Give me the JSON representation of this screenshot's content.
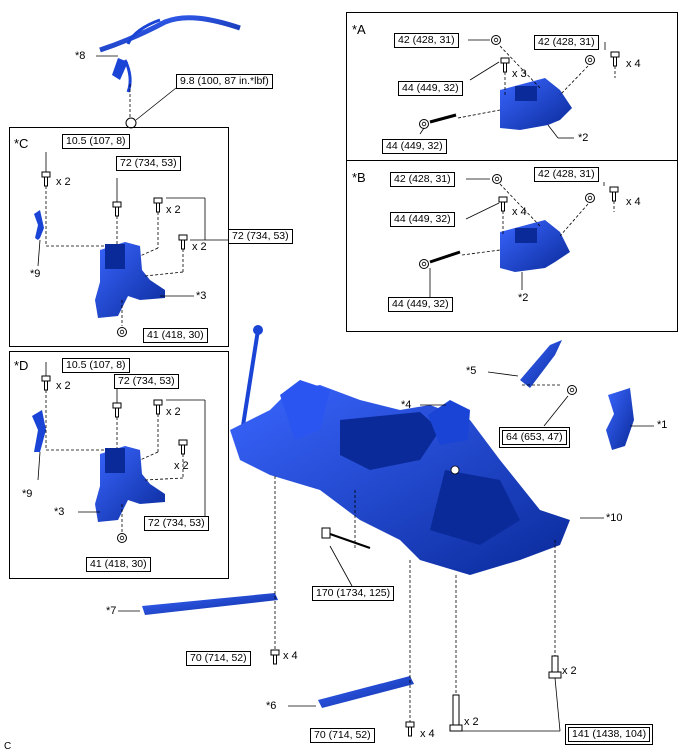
{
  "figure_code": "C",
  "sections": [
    "*A",
    "*B",
    "*C",
    "*D"
  ],
  "parts": {
    "p1": "*1",
    "p2a": "*2",
    "p2b": "*2",
    "p3c": "*3",
    "p3d": "*3",
    "p4": "*4",
    "p5": "*5",
    "p6": "*6",
    "p7": "*7",
    "p8": "*8",
    "p9c": "*9",
    "p9d": "*9",
    "p10": "*10"
  },
  "torques": {
    "t_p8": "9.8 (100, 87 in.*lbf)",
    "a_nut_l": "42 (428, 31)",
    "a_nut_r": "42 (428, 31)",
    "a_bolt_x3": "44 (449, 32)",
    "a_long": "44 (449, 32)",
    "b_nut_l": "42 (428, 31)",
    "b_nut_r": "42 (428, 31)",
    "b_bolt_x4": "44 (449, 32)",
    "b_long": "44 (449, 32)",
    "c_top": "10.5 (107, 8)",
    "c_mid": "72 (734, 53)",
    "c_right": "72 (734, 53)",
    "c_bottom": "41 (418, 30)",
    "d_top": "10.5 (107, 8)",
    "d_mid": "72 (734, 53)",
    "d_right": "72 (734, 53)",
    "d_bottom": "41 (418, 30)",
    "t_p5": "64 (653, 47)",
    "t_front": "170 (1734, 125)",
    "t_p7": "70 (714, 52)",
    "t_p6": "70 (714, 52)",
    "t_rear": "141 (1438, 104)"
  },
  "quantities": {
    "a_x3": "x 3",
    "a_x4": "x 4",
    "b_x4l": "x 4",
    "b_x4r": "x 4",
    "c_x2a": "x 2",
    "c_x2b": "x 2",
    "c_x2c": "x 2",
    "d_x2a": "x 2",
    "d_x2b": "x 2",
    "d_x2c": "x 2",
    "m_x4a": "x 4",
    "m_x4b": "x 4",
    "m_x2a": "x 2",
    "m_x2b": "x 2"
  },
  "colors": {
    "part": "#1a44d6",
    "part_dark": "#0a2a9a",
    "line": "#000000"
  }
}
